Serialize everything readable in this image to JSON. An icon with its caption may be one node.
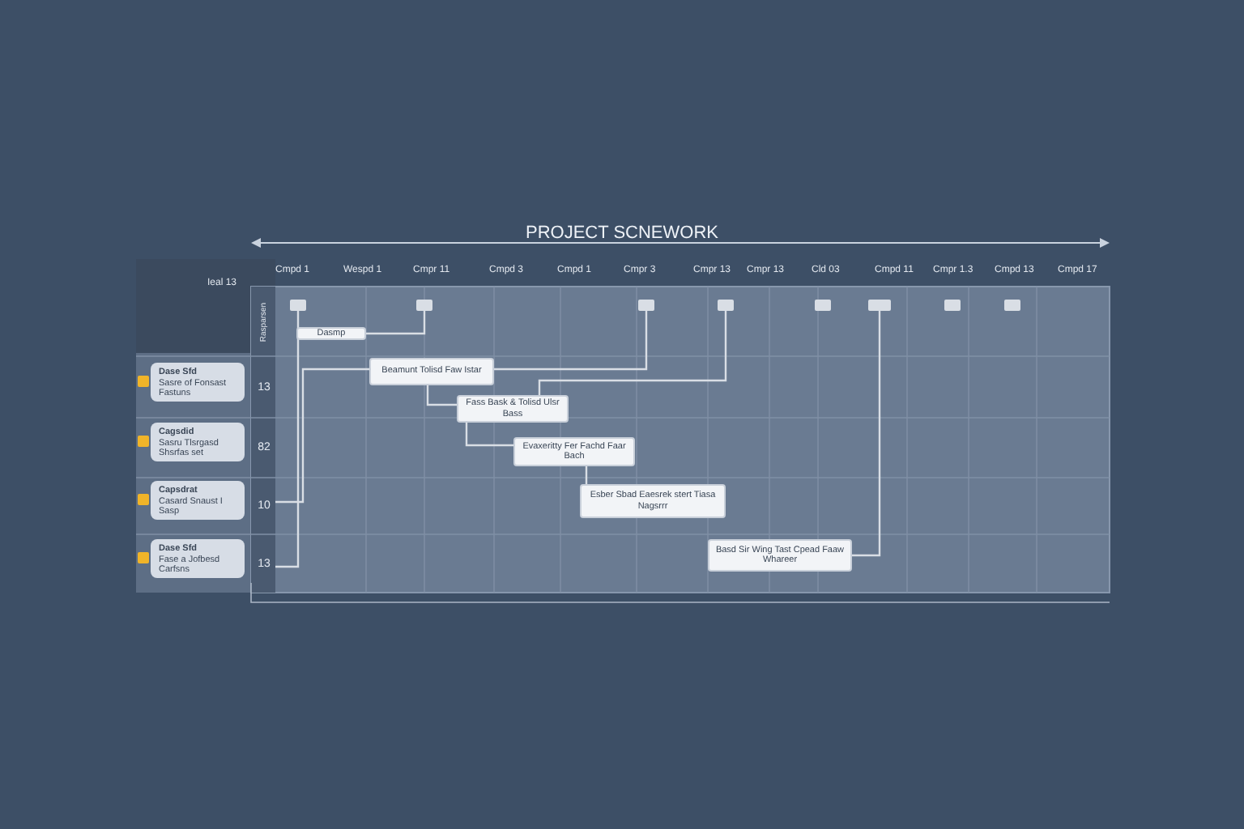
{
  "diagram": {
    "title": "PROJECT SCNEWORK",
    "nodes": [
      {
        "text": [],
        "shape": "box"
      },
      {
        "text": [],
        "shape": "box"
      },
      {
        "text": [],
        "shape": "box"
      },
      {
        "text": [],
        "shape": "box"
      },
      {
        "text": [],
        "shape": "box"
      },
      {
        "text": [],
        "shape": "box"
      },
      {
        "text": [],
        "shape": "box"
      },
      {
        "text": [],
        "shape": "box"
      },
      {
        "text": [
          "Dasmp"
        ]
      },
      {
        "text": [
          "Dase Sfd",
          "Sasre of Fonsast Fastuns"
        ]
      },
      {
        "text": [
          "13"
        ]
      },
      {
        "text": [
          "Beamunt Tolisd Faw Istar"
        ]
      },
      {
        "text": [
          "Fass Bask & Tolisd Ulsr Bass"
        ]
      },
      {
        "text": [
          "Cagsdid",
          "Sasru Tlsrgasd Shsrfas set"
        ]
      },
      {
        "text": [
          "82"
        ]
      },
      {
        "text": [
          "Evaxeritty Fer Fachd Faar Bach"
        ]
      },
      {
        "text": [
          "Capsdrat",
          "Casard Snaust I Sasp"
        ]
      },
      {
        "text": [
          "10"
        ]
      },
      {
        "text": [
          "Esber Sbad Eaesrek stert Tiasa Nagsrrr"
        ]
      },
      {
        "text": [
          "Dase Sfd",
          "Fase a Jofbesd Carfsns"
        ]
      },
      {
        "text": [
          "13"
        ]
      },
      {
        "text": [
          "Basd Sir Wing Tast Cpead Faaw Whareer"
        ]
      }
    ],
    "edges": [
      {
        "from": 0,
        "to": 20,
        "arrow": "none"
      },
      {
        "from": 1,
        "to": 8,
        "arrow": "none"
      },
      {
        "from": 17,
        "to": 11,
        "arrow": "none"
      },
      {
        "from": 11,
        "to": 12,
        "arrow": "none"
      },
      {
        "from": 2,
        "to": 11,
        "arrow": "none"
      },
      {
        "from": 3,
        "to": 12,
        "arrow": "none"
      },
      {
        "from": 12,
        "to": 15,
        "arrow": "none"
      },
      {
        "from": 15,
        "to": 18,
        "arrow": "none"
      },
      {
        "from": 5,
        "to": 21,
        "arrow": "none"
      }
    ],
    "labels": [
      "Ieal 13",
      "Cmpd 1",
      "Wespd 1",
      "Cmpr 11",
      "Cmpd 3",
      "Cmpd 1",
      "Cmpr 3",
      "Cmpr 13",
      "Cmpr 13",
      "Cld 03",
      "Cmpd 11",
      "Cmpr 1.3",
      "Cmpd 13",
      "Cmpd 17",
      "Rasparsen"
    ]
  }
}
